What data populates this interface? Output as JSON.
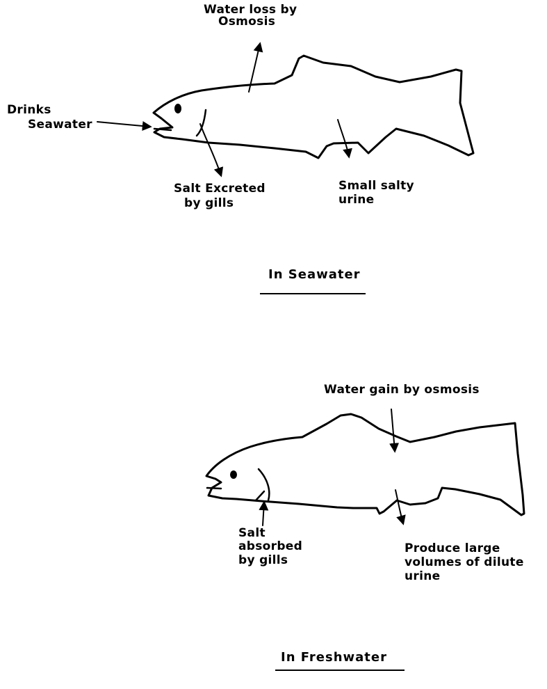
{
  "seawater": {
    "caption": "In Seawater",
    "labels": {
      "water_loss_line1": "Water loss by",
      "water_loss_line2": "Osmosis",
      "drinks_line1": "Drinks",
      "drinks_line2": "Seawater",
      "salt_line1": "Salt Excreted",
      "salt_line2": "by gills",
      "urine_line1": "Small salty",
      "urine_line2": "urine"
    }
  },
  "freshwater": {
    "caption": "In Freshwater",
    "labels": {
      "water_gain": "Water gain by osmosis",
      "salt_line1": "Salt",
      "salt_line2": "absorbed",
      "salt_line3": "by gills",
      "urine_line1": "Produce large",
      "urine_line2": "volumes of dilute",
      "urine_line3": "urine"
    }
  }
}
